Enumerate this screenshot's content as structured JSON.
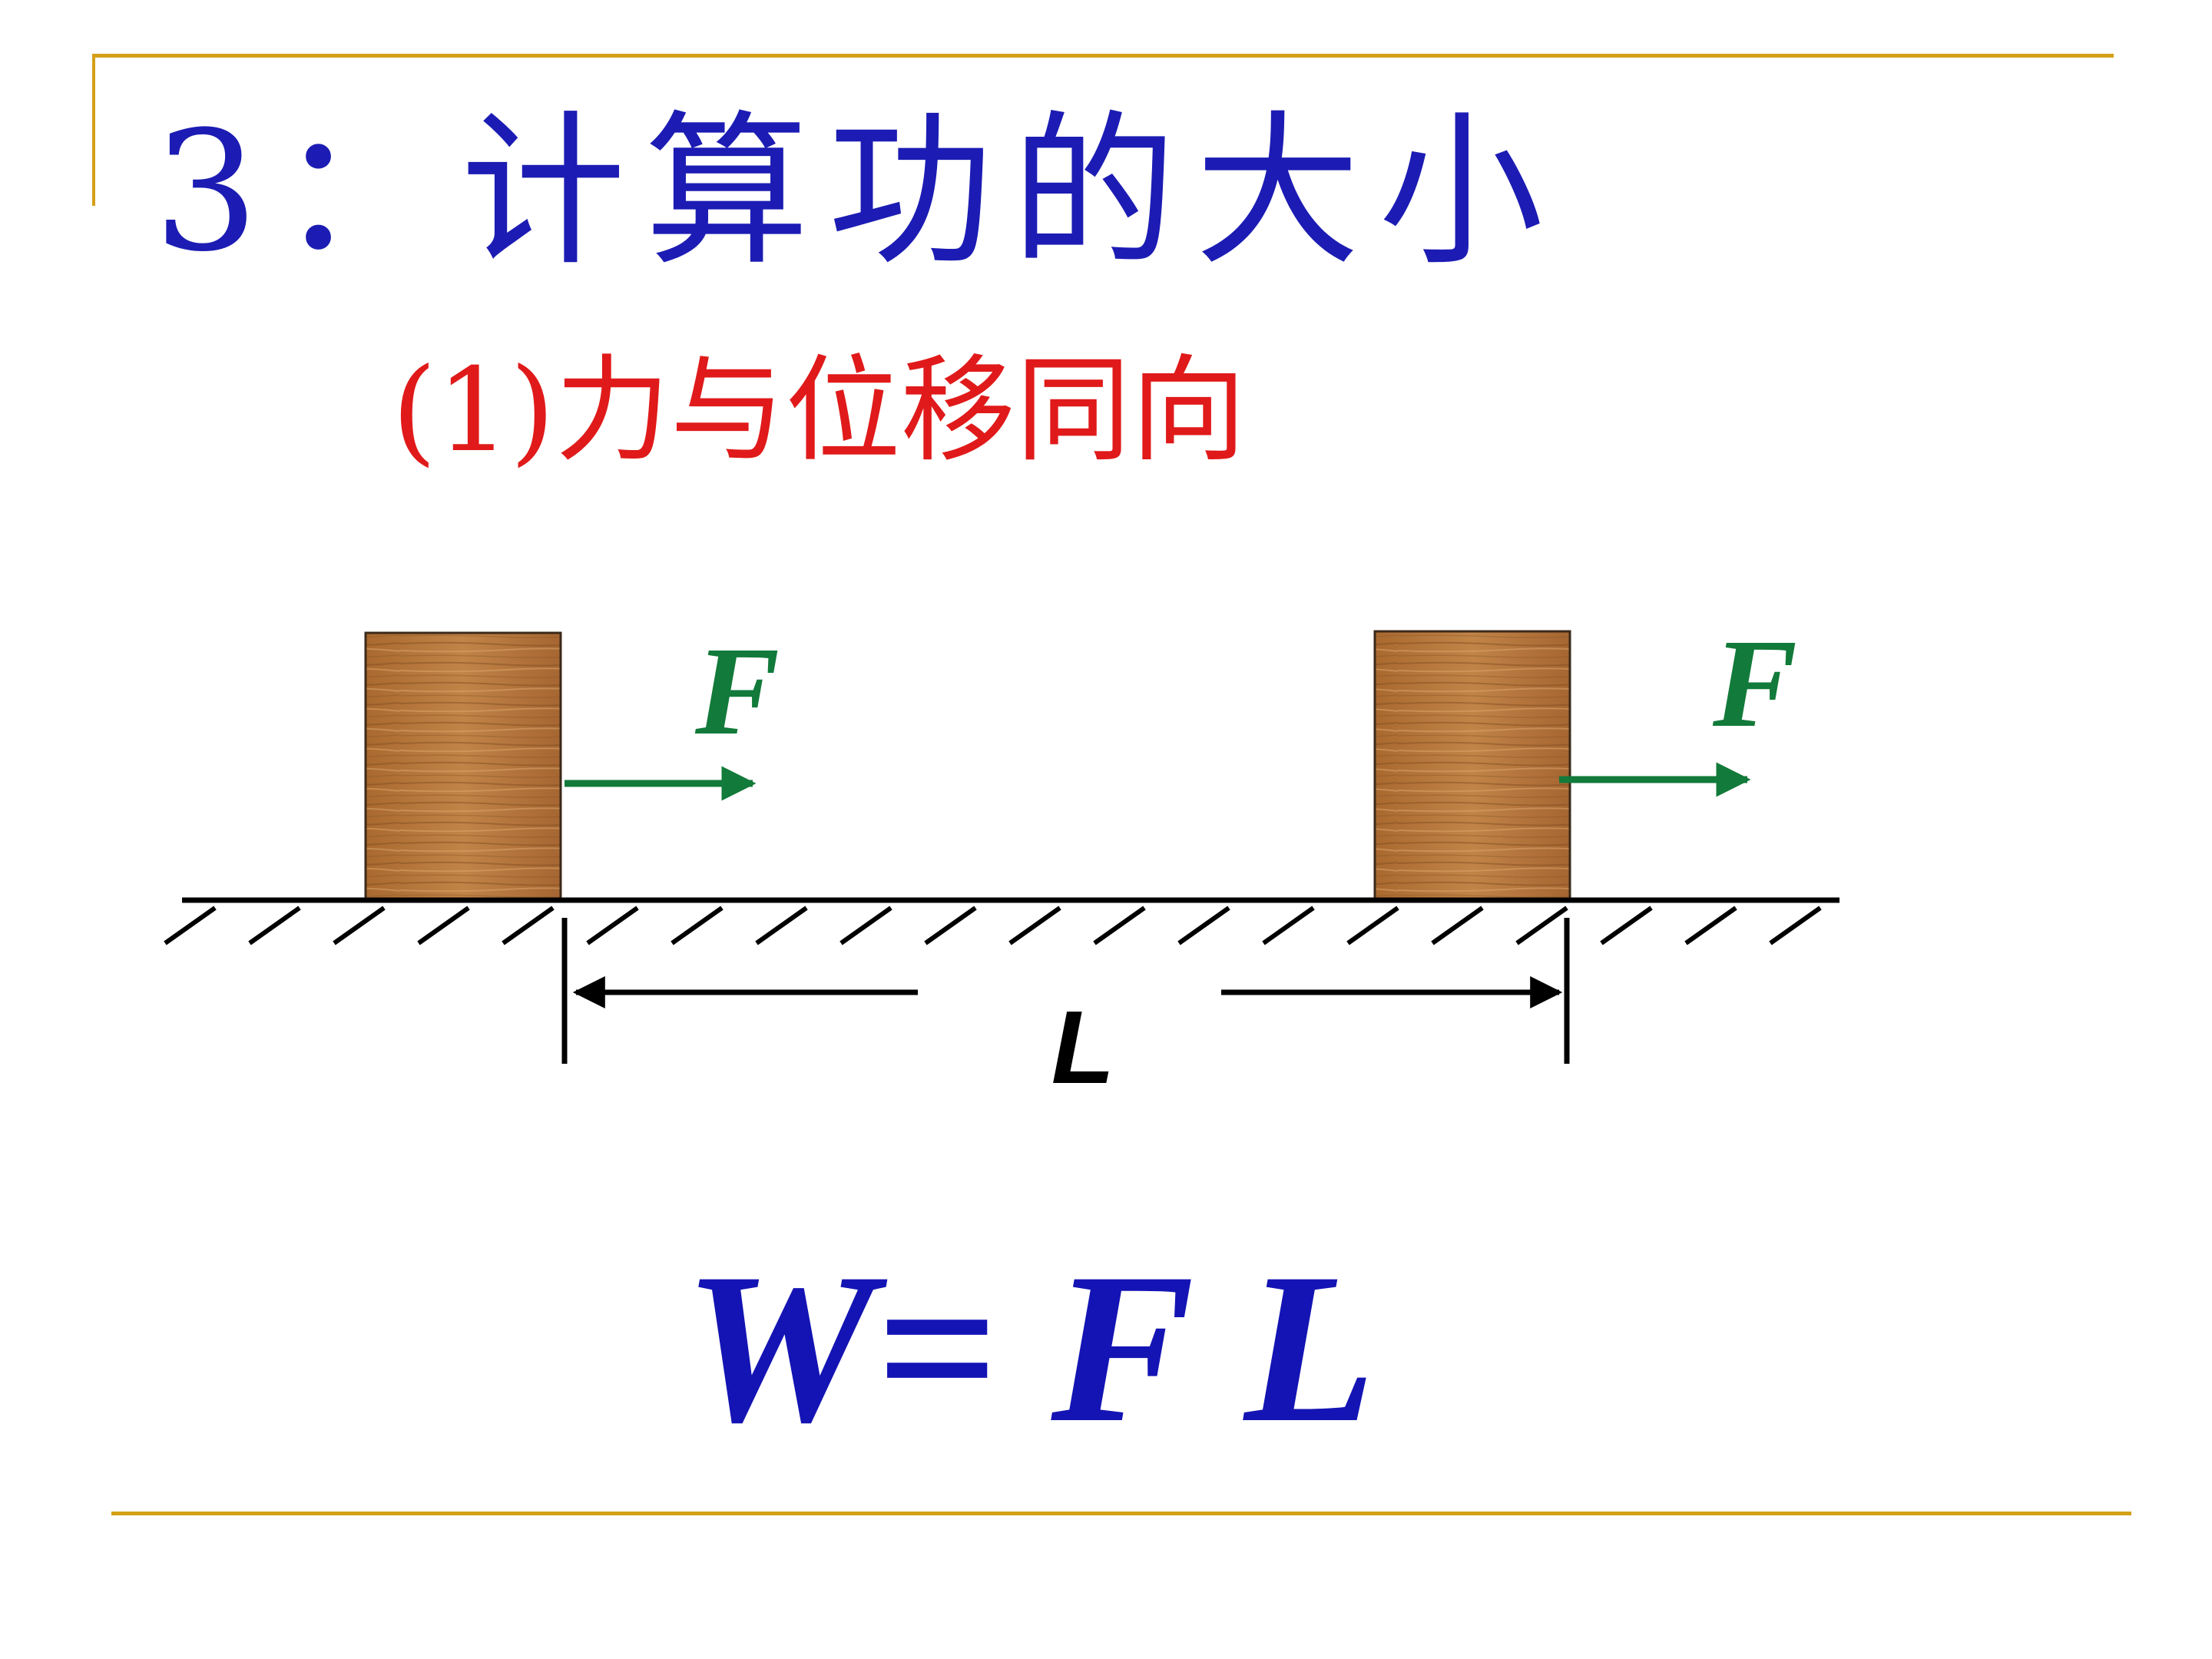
{
  "slide": {
    "title": "3：计算功的大小",
    "subtitle": "(1)力与位移同向",
    "formula": "W= F L"
  },
  "diagram": {
    "force_label_left": "F",
    "force_label_right": "F",
    "displacement_label": "L"
  },
  "colors": {
    "frame": "#d4a017",
    "title": "#1c1cb4",
    "subtitle": "#e01a1a",
    "force": "#127a3a",
    "formula": "#1414b4",
    "block": "#b5773e"
  }
}
